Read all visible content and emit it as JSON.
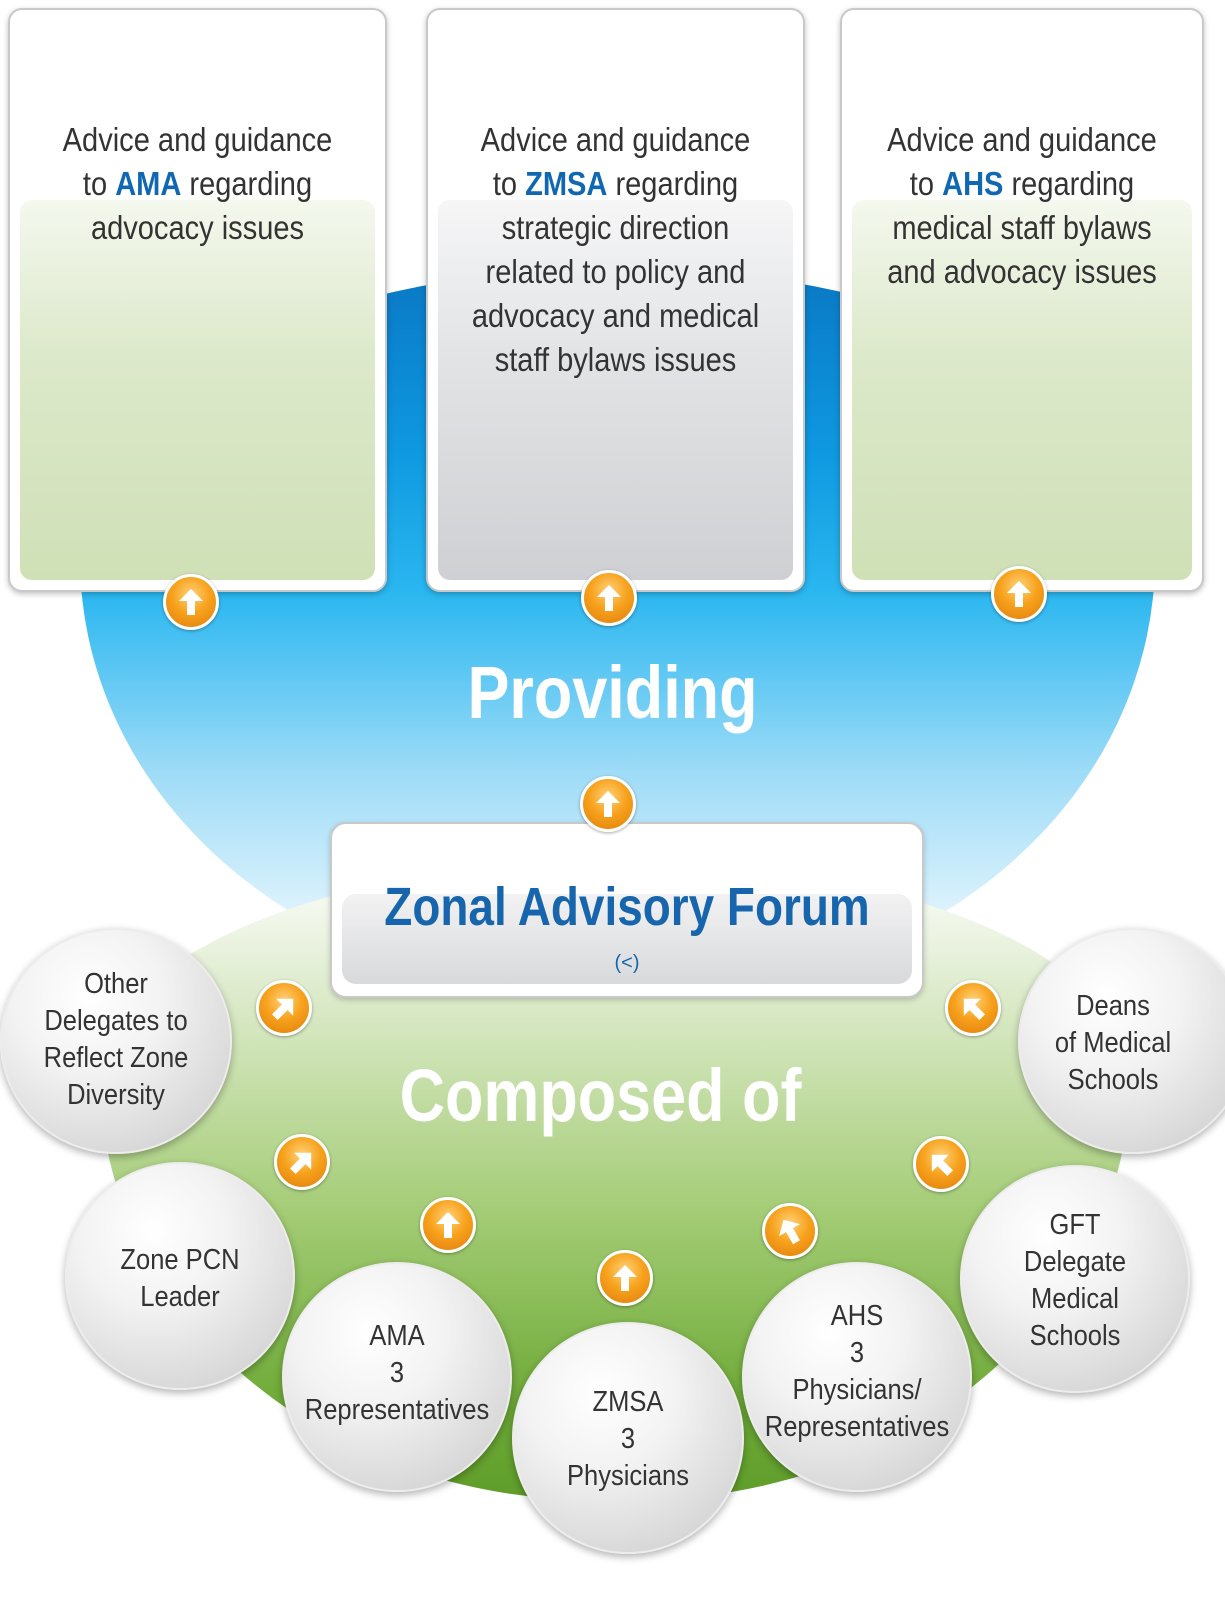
{
  "cards": [
    {
      "pre": "Advice and guidance",
      "to": "to",
      "org": "AMA",
      "post": "regarding",
      "rest": [
        "advocacy issues"
      ]
    },
    {
      "pre": "Advice and guidance",
      "to": "to",
      "org": "ZMSA",
      "post": "regarding",
      "rest": [
        "strategic direction",
        "related to policy and",
        "advocacy and medical",
        "staff bylaws issues"
      ]
    },
    {
      "pre": "Advice and guidance",
      "to": "to",
      "org": "AHS",
      "post": "regarding",
      "rest": [
        "medical staff bylaws",
        "and advocacy issues"
      ]
    }
  ],
  "providing": "Providing",
  "forum": {
    "name": "Zonal Advisory Forum",
    "sub": "(<)"
  },
  "composed_of": "Composed of",
  "members": [
    {
      "lines": [
        "Other",
        "Delegates to",
        "Reflect Zone",
        "Diversity"
      ]
    },
    {
      "lines": [
        "Zone PCN",
        "Leader"
      ]
    },
    {
      "lines": [
        "AMA",
        "3",
        "Representatives"
      ]
    },
    {
      "lines": [
        "ZMSA",
        "3",
        "Physicians"
      ]
    },
    {
      "lines": [
        "AHS",
        "3",
        "Physicians/",
        "Representatives"
      ]
    },
    {
      "lines": [
        "GFT",
        "Delegate",
        "Medical",
        "Schools"
      ]
    },
    {
      "lines": [
        "Deans",
        "of Medical",
        "Schools"
      ]
    }
  ],
  "colors": {
    "accent_blue": "#1067b2",
    "sky_blue": "#0e98e0",
    "green": "#6eaa37",
    "arrow_orange": "#f7a21d"
  }
}
